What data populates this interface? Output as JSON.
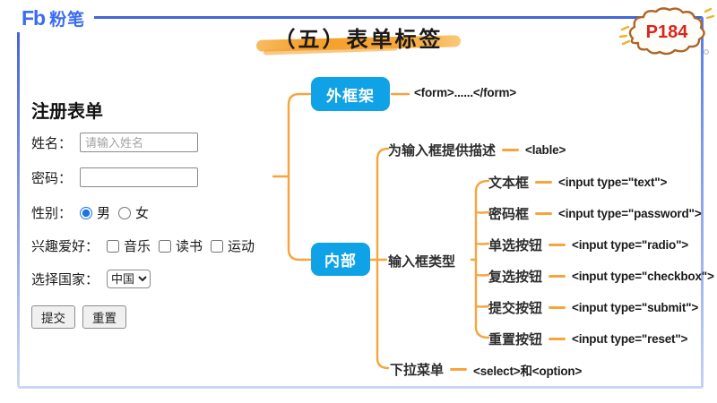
{
  "header": {
    "logo_mark": "Fb",
    "logo_text": "粉笔",
    "title": "（五）表单标签",
    "page_badge": "P184"
  },
  "form": {
    "title": "注册表单",
    "fields": {
      "name": {
        "label": "姓名：",
        "placeholder": "请输入姓名"
      },
      "password": {
        "label": "密码：",
        "value": ""
      },
      "gender": {
        "label": "性别：",
        "options": [
          "男",
          "女"
        ],
        "selected": "男"
      },
      "hobbies": {
        "label": "兴趣爱好：",
        "options": [
          "音乐",
          "读书",
          "运动"
        ]
      },
      "country": {
        "label": "选择国家：",
        "value": "中国"
      }
    },
    "buttons": {
      "submit": "提交",
      "reset": "重置"
    }
  },
  "diagram": {
    "outer": {
      "label": "外框架",
      "code": "<form>......</form>"
    },
    "inner": {
      "label": "内部"
    },
    "branch_label": {
      "label": "为输入框提供描述",
      "code": "<lable>"
    },
    "branch_inputs": {
      "label": "输入框类型"
    },
    "branch_select": {
      "label": "下拉菜单",
      "code": "<select>和<option>"
    },
    "input_types": [
      {
        "label": "文本框",
        "code": "<input type=\"text\">"
      },
      {
        "label": "密码框",
        "code": "<input type=\"password\">"
      },
      {
        "label": "单选按钮",
        "code": "<input type=\"radio\">"
      },
      {
        "label": "复选按钮",
        "code": "<input type=\"checkbox\">"
      },
      {
        "label": "提交按钮",
        "code": "<input type=\"submit\">"
      },
      {
        "label": "重置按钮",
        "code": "<input type=\"reset\">"
      }
    ]
  },
  "colors": {
    "node_blue": "#10a2e6",
    "connector_orange": "#f6a53c",
    "frame_blue": "#4265dd",
    "badge_red": "#d9251c",
    "logo_blue": "#3a6cf2",
    "highlight_orange": "#f5a333"
  }
}
